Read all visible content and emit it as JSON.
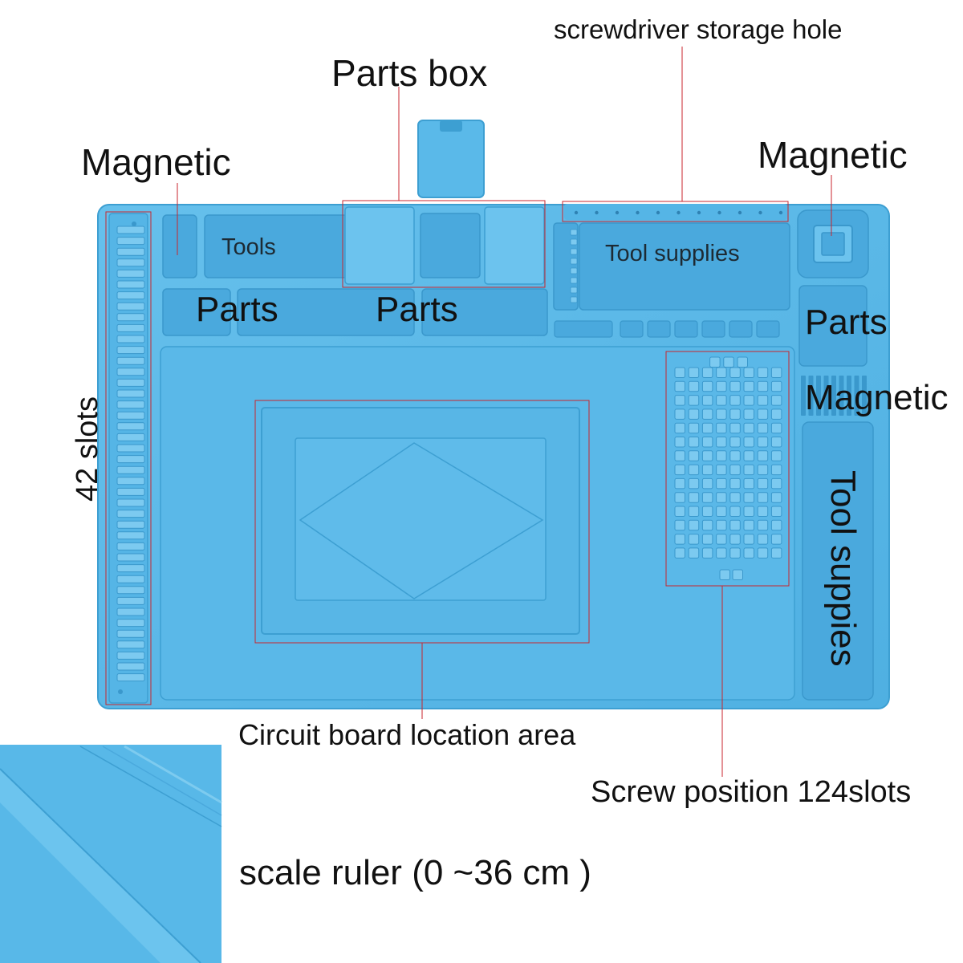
{
  "colors": {
    "mat": "#58b8e8",
    "mat_dark": "#3d9fd2",
    "mat_light": "#7cc9ef",
    "callout_line": "#c8262e",
    "text": "#111111"
  },
  "labels": {
    "magnetic_top_left": "Magnetic",
    "parts_box": "Parts box",
    "screwdriver_hole": "screwdriver storage hole",
    "magnetic_top_right": "Magnetic",
    "slots_42": "42 slots",
    "parts_right": "Parts",
    "magnetic_right": "Magnetic",
    "tool_supplies_vertical": "Tool suppies",
    "circuit_board": "Circuit board location area",
    "screw_position": "Screw position 124slots",
    "scale_ruler": "scale ruler (0 ~36 cm )"
  },
  "mat_labels": {
    "tools": "Tools",
    "parts_1": "Parts",
    "parts_2": "Parts",
    "tool_supplies": "Tool supplies"
  }
}
